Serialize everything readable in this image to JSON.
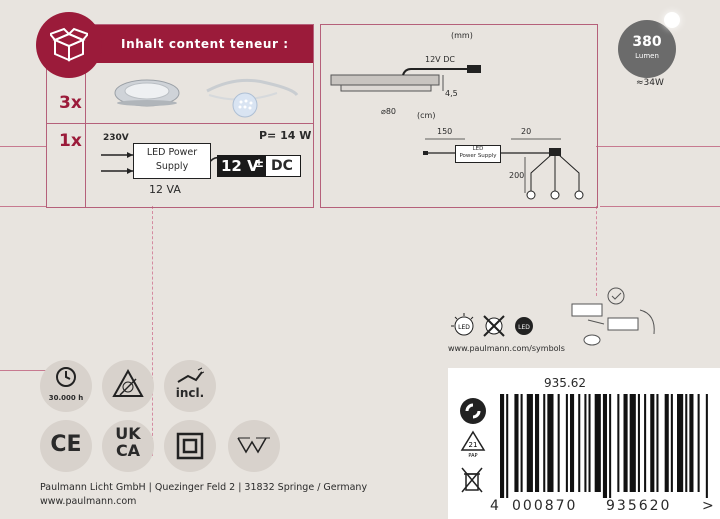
{
  "contents": {
    "heading": "Inhalt content teneur :",
    "qty_lights": "3x",
    "qty_psu": "1x",
    "input_voltage": "230V",
    "psu_label_line1": "LED Power",
    "psu_label_line2": "Supply",
    "power": "P= 14 W",
    "output_voltage": "12 V",
    "output_symbol": "±",
    "output_type": "DC",
    "psu_rating": "12 VA"
  },
  "dimensions": {
    "unit_mm": "(mm)",
    "cable_label": "12V DC",
    "height": "4,5",
    "diameter": "⌀80",
    "unit_cm": "(cm)",
    "len_1": "150",
    "len_2": "20",
    "len_3": "200",
    "psu_small_line1": "LED",
    "psu_small_line2": "Power Supply"
  },
  "lumen": {
    "value": "380",
    "unit": "Lumen",
    "equivalent": "≈34W"
  },
  "symbols_url": "www.paulmann.com/symbols",
  "icons": {
    "lifetime": "30.000 h",
    "plug_label": "incl.",
    "ukca_line1": "UK",
    "ukca_line2": "CA",
    "ce": "CE"
  },
  "footer": {
    "address": "Paulmann Licht GmbH | Quezinger Feld 2 | 31832 Springe / Germany",
    "website": "www.paulmann.com"
  },
  "barcode": {
    "article": "935.62",
    "ean_first": "4",
    "ean_left": "000870",
    "ean_right": "935620",
    "ean_end": ">",
    "recycle_code": "21",
    "recycle_material": "PAP"
  },
  "colors": {
    "accent": "#9b1b3a",
    "background": "#e8e4df"
  }
}
